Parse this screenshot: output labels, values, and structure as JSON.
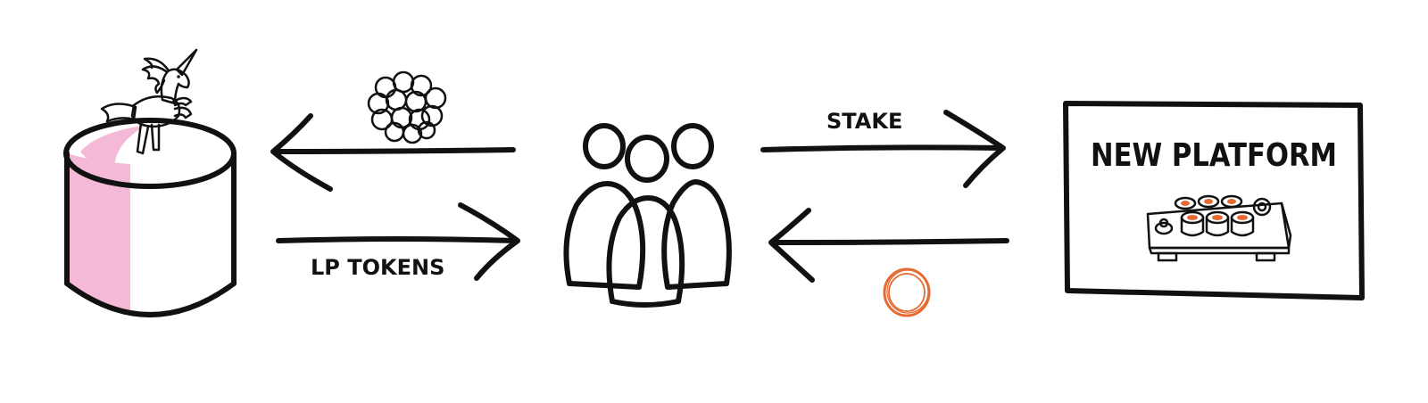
{
  "labels": {
    "lp_tokens": "LP TOKENS",
    "stake": "STAKE",
    "new_platform": "NEW PLATFORM"
  },
  "colors": {
    "ink": "#111111",
    "pool_pink": "#f4b9d6",
    "unicorn_pink": "#e7a6d0",
    "user_blue": "#3fa7c9",
    "reward_orange": "#e56a33"
  },
  "icons": {
    "pool": "liquidity-pool-cylinder-icon",
    "unicorn": "unicorn-icon",
    "coins": "coin-cluster-icon",
    "users": "user-group-icon",
    "reward": "reward-token-icon",
    "platform": "sushi-platter-icon"
  }
}
